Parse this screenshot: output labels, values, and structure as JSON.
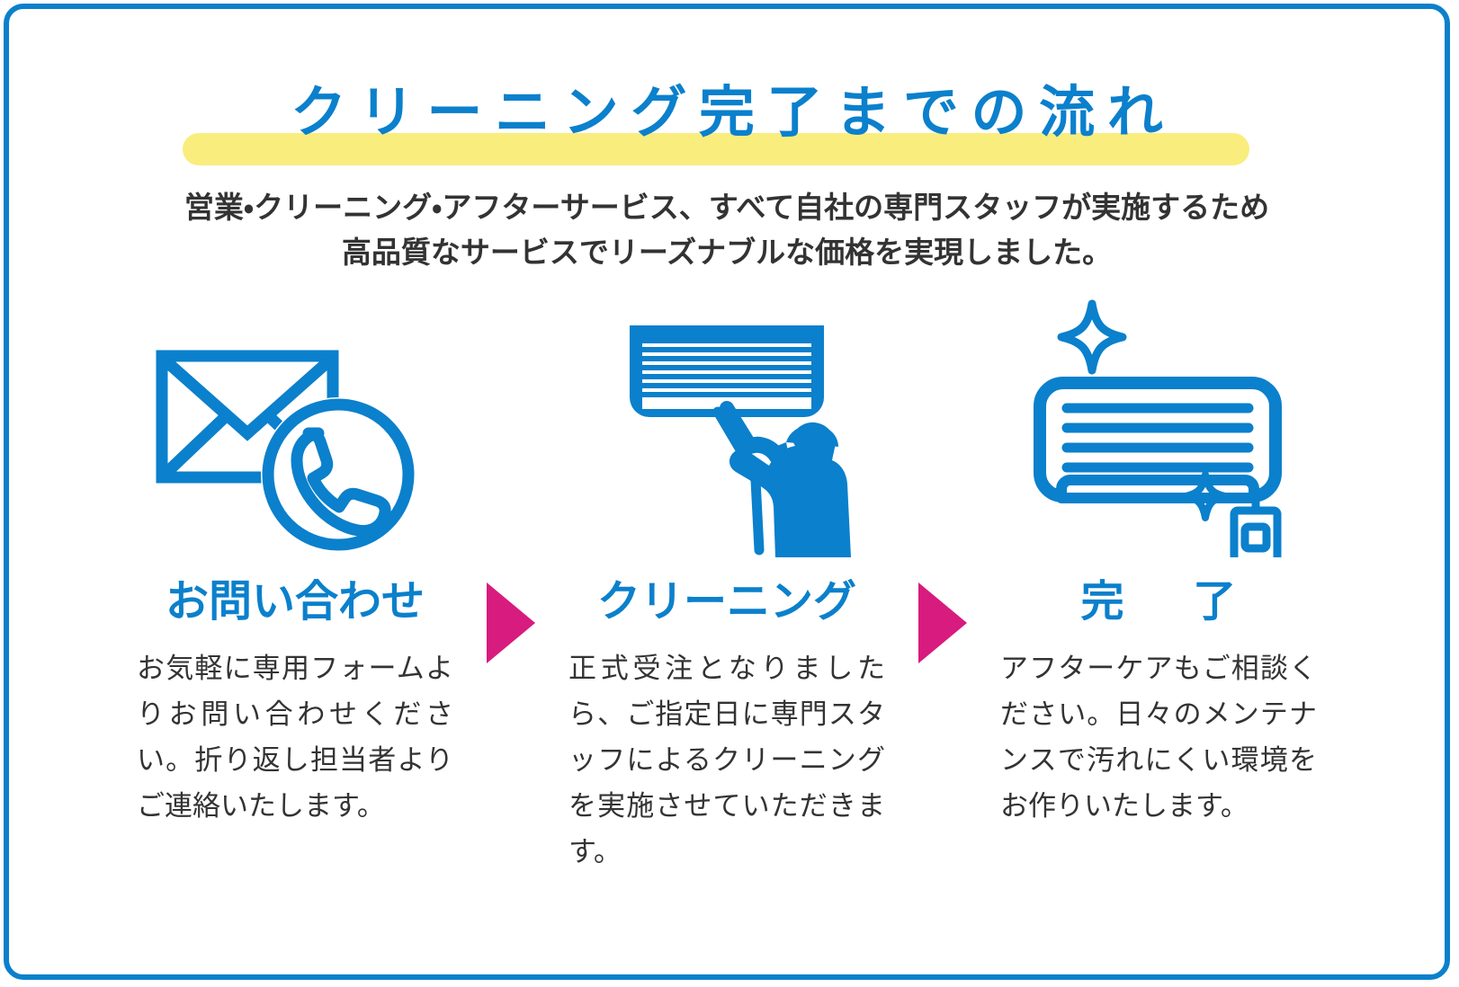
{
  "colors": {
    "blue": "#0b80cc",
    "magenta": "#d81b7f",
    "yellow_highlight": "#f9ed7e",
    "body_text": "#333333",
    "background": "#ffffff"
  },
  "header": {
    "title": "クリーニング完了までの流れ",
    "subtitle_line1": "営業・クリーニング・アフターサービス、すべて自社の専門スタッフが実施するため",
    "subtitle_line2": "高品質なサービスでリーズナブルな価格を実現しました。"
  },
  "steps": [
    {
      "icon": "envelope-phone-icon",
      "title": "お問い合わせ",
      "body": "お気軽に専用フォームよりお問い合わせください。折り返し担当者よりご連絡いたします。"
    },
    {
      "icon": "aircon-cleaning-worker-icon",
      "title": "クリーニング",
      "body": "正式受注となりましたら、ご指定日に専門スタッフによるクリーニングを実施させていただきます。"
    },
    {
      "icon": "clean-aircon-sparkle-icon",
      "title": "完　了",
      "body": "アフターケアもご相談ください。日々のメンテナンスで汚れにくい環境をお作りいたします。"
    }
  ],
  "arrows": [
    {
      "name": "step-arrow-1",
      "glyph": "triangle-right"
    },
    {
      "name": "step-arrow-2",
      "glyph": "triangle-right"
    }
  ]
}
